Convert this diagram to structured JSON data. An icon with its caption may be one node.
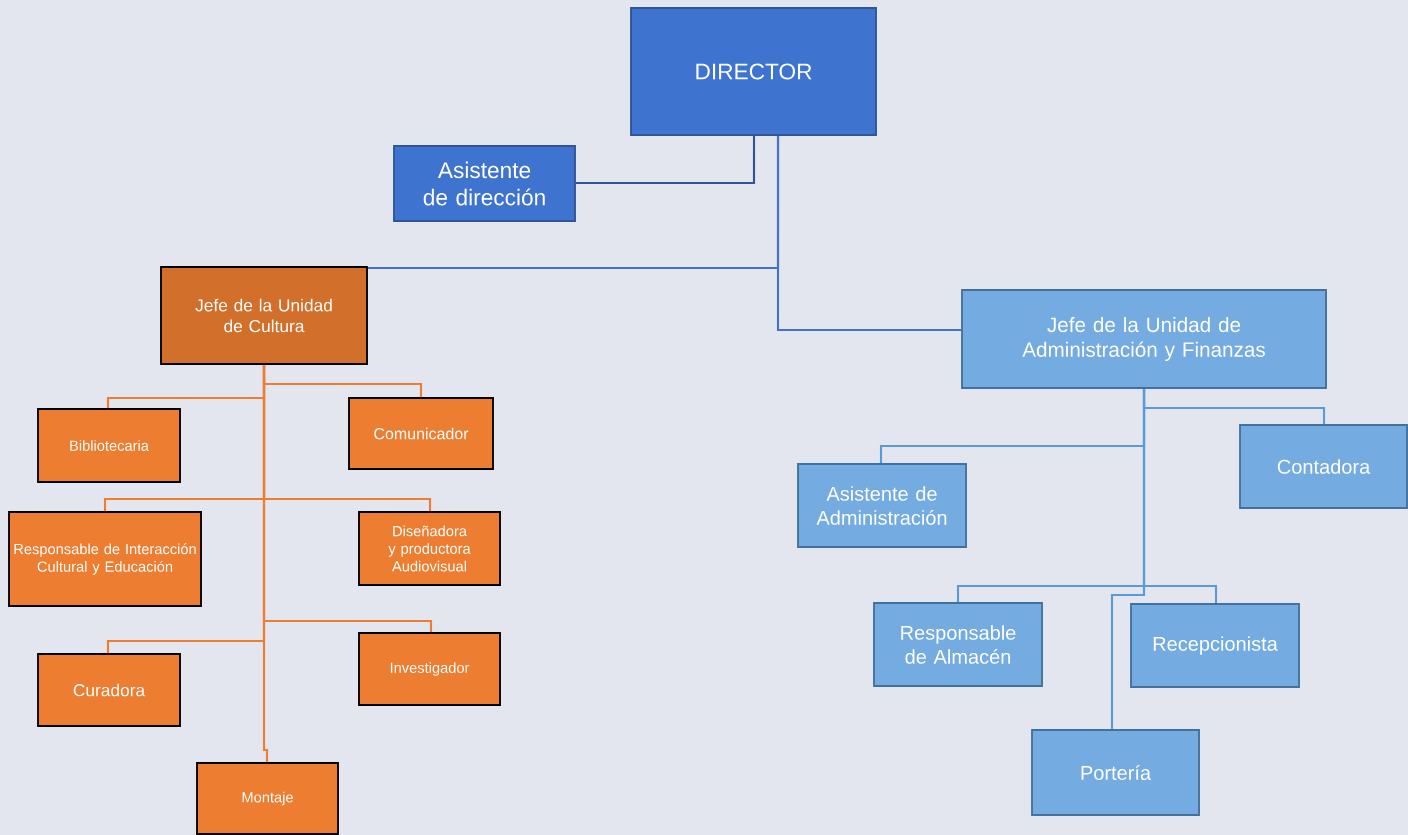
{
  "diagram": {
    "nodes": [
      {
        "text": [
          "DIRECTOR"
        ]
      },
      {
        "text": [
          "Asistente de dirección"
        ]
      },
      {
        "text": [
          "Jefe de la Unidad de Cultura"
        ]
      },
      {
        "text": [
          "Jefe de la Unidad de Administración y Finanzas"
        ]
      },
      {
        "text": [
          "Bibliotecaria"
        ]
      },
      {
        "text": [
          "Comunicador"
        ]
      },
      {
        "text": [
          "Responsable de Interacción Cultural y Educación"
        ]
      },
      {
        "text": [
          "Diseñadora y productora Audiovisual"
        ]
      },
      {
        "text": [
          "Curadora"
        ]
      },
      {
        "text": [
          "Investigador"
        ]
      },
      {
        "text": [
          "Montaje"
        ]
      },
      {
        "text": [
          "Asistente de Administración"
        ]
      },
      {
        "text": [
          "Contadora"
        ]
      },
      {
        "text": [
          "Responsable de Almacén"
        ]
      },
      {
        "text": [
          "Recepcionista"
        ]
      },
      {
        "text": [
          "Portería"
        ]
      }
    ],
    "edges": [
      {
        "from": 0,
        "to": 1,
        "arrow": "none",
        "color": "#2f5597"
      },
      {
        "from": 0,
        "to": 2,
        "arrow": "none",
        "color": "#4472c4"
      },
      {
        "from": 0,
        "to": 3,
        "arrow": "none",
        "color": "#4472c4"
      },
      {
        "from": 2,
        "to": 4,
        "arrow": "none"
      },
      {
        "from": 2,
        "to": 5,
        "arrow": "none"
      },
      {
        "from": 2,
        "to": 6,
        "arrow": "none"
      },
      {
        "from": 2,
        "to": 7,
        "arrow": "none"
      },
      {
        "from": 2,
        "to": 8,
        "arrow": "none"
      },
      {
        "from": 2,
        "to": 9,
        "arrow": "none"
      },
      {
        "from": 2,
        "to": 10,
        "arrow": "none"
      },
      {
        "from": 3,
        "to": 11,
        "arrow": "none",
        "color": "#5b9bd5"
      },
      {
        "from": 3,
        "to": 12,
        "arrow": "none",
        "color": "#5b9bd5"
      },
      {
        "from": 3,
        "to": 13,
        "arrow": "none",
        "color": "#5b9bd5"
      },
      {
        "from": 3,
        "to": 14,
        "arrow": "none",
        "color": "#5b9bd5"
      },
      {
        "from": 3,
        "to": 15,
        "arrow": "none",
        "color": "#5b9bd5"
      }
    ]
  }
}
